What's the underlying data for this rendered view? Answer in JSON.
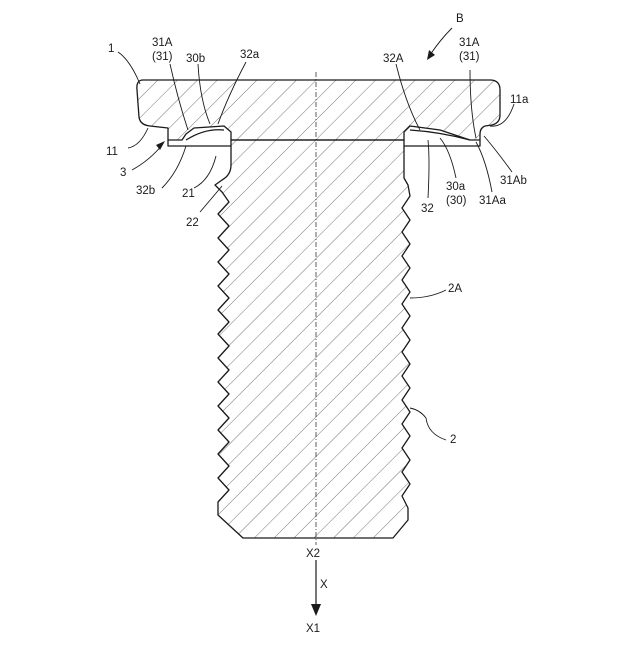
{
  "diagram": {
    "labels": {
      "B": "B",
      "n1": "1",
      "n31A_left": "31A",
      "n31_left": "(31)",
      "n30b": "30b",
      "n32a": "32a",
      "n32A": "32A",
      "n31A_right": "31A",
      "n31_right": "(31)",
      "n11a": "11a",
      "n11": "11",
      "n3": "3",
      "n32b": "32b",
      "n21": "21",
      "n22": "22",
      "n32": "32",
      "n30a": "30a",
      "n30": "(30)",
      "n31Aa": "31Aa",
      "n31Ab": "31Ab",
      "n2A": "2A",
      "n2": "2",
      "X2": "X2",
      "X": "X",
      "X1": "X1"
    },
    "colors": {
      "stroke": "#1a1a1a",
      "background": "#ffffff"
    }
  }
}
